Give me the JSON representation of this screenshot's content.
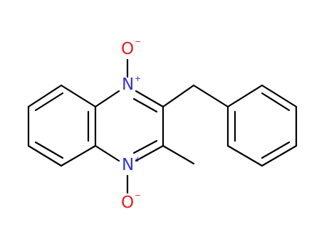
{
  "molecule": {
    "atoms": {
      "n1": {
        "symbol": "N",
        "charge": "+",
        "color": "#3333cc"
      },
      "n4": {
        "symbol": "N",
        "charge": "+",
        "color": "#3333cc"
      },
      "o1": {
        "symbol": "O",
        "charge": "−",
        "color": "#e0201b"
      },
      "o4": {
        "symbol": "O",
        "charge": "−",
        "color": "#e0201b"
      }
    },
    "bond_color": "#000000"
  }
}
